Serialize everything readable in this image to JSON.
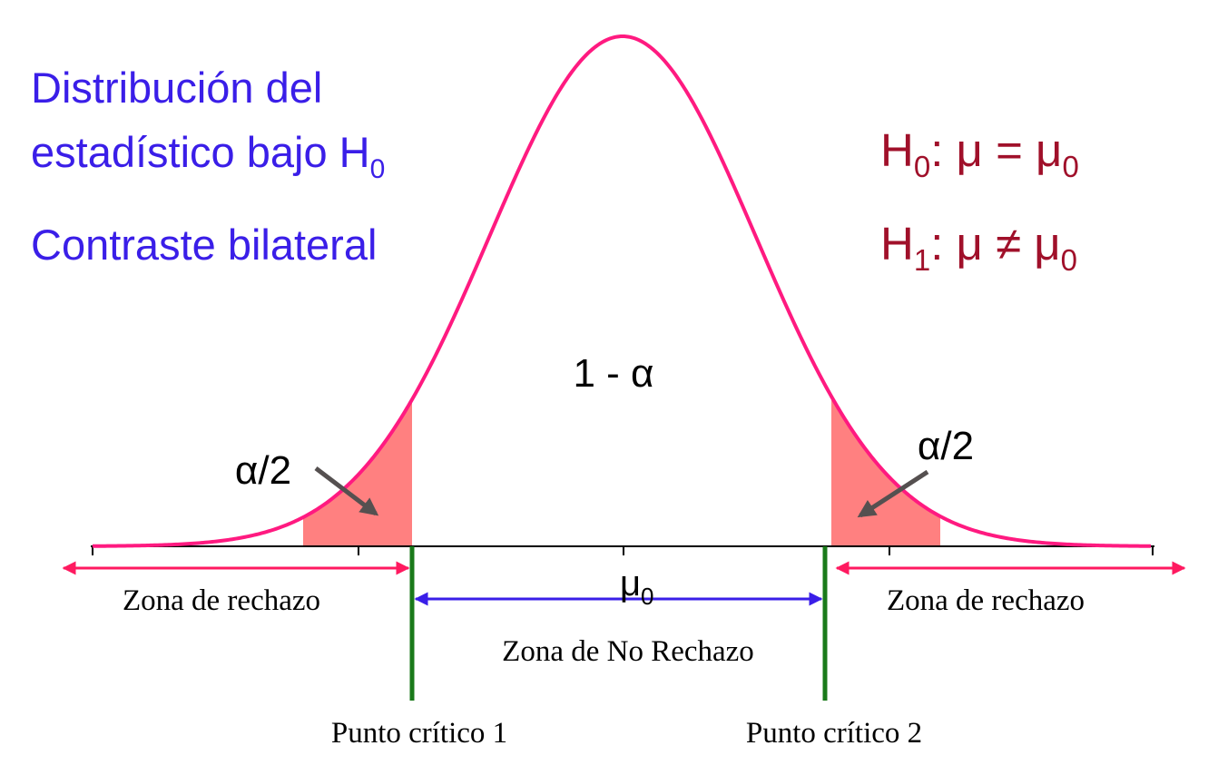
{
  "title": {
    "line1": "Distribución del",
    "line2": "estadístico bajo H",
    "line2_sub": "0",
    "line3": "Contraste bilateral"
  },
  "hypotheses": {
    "h0_letter": "H",
    "h0_sub": "0",
    "h0_text": ": μ = μ",
    "h0_text_sub": "0",
    "h1_letter": "H",
    "h1_sub": "1",
    "h1_text": ": μ ≠ μ",
    "h1_text_sub": "0"
  },
  "labels": {
    "center_area": "1 - α",
    "left_tail": "α/2",
    "right_tail": "α/2",
    "mu": "μ",
    "mu_sub": "0",
    "reject_left": "Zona de rechazo",
    "reject_right": "Zona de rechazo",
    "no_reject": "Zona de No Rechazo",
    "critical_1": "Punto crítico 1",
    "critical_2": "Punto crítico 2"
  },
  "colors": {
    "title": "#3a1ee8",
    "hypothesis": "#a0102a",
    "curve": "#ff1a80",
    "tail_fill": "#ff8080",
    "critical_line": "#1a7a1a",
    "no_reject_arrow": "#3a1ee8",
    "reject_arrow": "#ff1a60",
    "pointer": "#555050",
    "axis": "#000000"
  }
}
